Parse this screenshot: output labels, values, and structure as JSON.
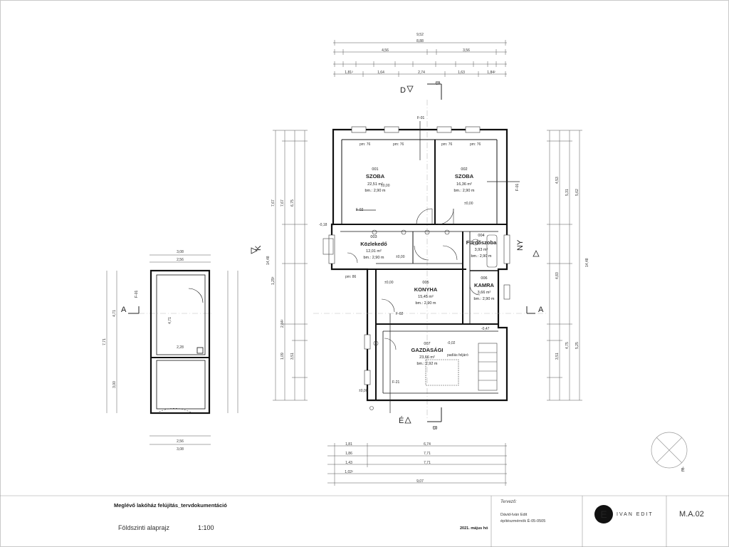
{
  "rooms": [
    {
      "num": "001",
      "name": "SZOBA",
      "area": "22,51 m²",
      "height": "bm.: 2,90 m"
    },
    {
      "num": "002",
      "name": "SZOBA",
      "area": "16,36 m²",
      "height": "bm.: 2,90 m"
    },
    {
      "num": "003",
      "name": "Közlekedő",
      "area": "12,01 m²",
      "height": "bm.: 2,90 m"
    },
    {
      "num": "004",
      "name": "Fürdőszoba",
      "area": "3,93 m²",
      "height": "bm.: 2,90 m"
    },
    {
      "num": "005",
      "name": "KONYHA",
      "area": "15,45 m²",
      "height": "bm.: 2,90 m"
    },
    {
      "num": "006",
      "name": "KAMRA",
      "area": "3,66 m²",
      "height": "bm.: 2,90 m"
    },
    {
      "num": "007",
      "name": "GAZDASÁGI",
      "area": "23,66 m²",
      "height": "bm.: 2,92 m"
    }
  ],
  "section_marks": {
    "north": "D",
    "south": "É",
    "west": "K",
    "east": "NY",
    "cut_a": "A",
    "cut_b": "B",
    "f01": "F-01",
    "f02": "F-02",
    "f21": "F-21"
  },
  "level_notes": {
    "l1": "±0,00",
    "l2": "±0,00",
    "l3": "-0,18",
    "l4": "±0,00",
    "l5": "-0,47",
    "l6": "-0,02",
    "l7": "±0,00",
    "l8": "±0,00"
  },
  "dim_top": [
    "9,52",
    "8,88",
    "4,56",
    "3,56",
    "1,81²",
    "1,64",
    "2,74",
    "1,63",
    "1,84²"
  ],
  "dim_bottom": [
    "1,81",
    "6,74",
    "1,86",
    "7,71",
    "1,43",
    "7,71",
    "1,02²",
    "9,07"
  ],
  "dim_left": [
    "7,67",
    "7,67",
    "6,75",
    "14,48",
    "3,51",
    "2,84²",
    "1,29²",
    "1,09"
  ],
  "dim_right": [
    "4,53",
    "5,31",
    "5,62",
    "4,83",
    "14,48",
    "3,51",
    "4,75",
    "5,25"
  ],
  "annex_dims": {
    "top1": "3,08",
    "top2": "2,56",
    "top3": "4,71",
    "mid": "2,28",
    "bot": "3,08",
    "side1": "7,71",
    "side2": "3,00"
  },
  "misc": {
    "pm1": "pm: 76",
    "pm2": "pm: 76",
    "pm3": "pm: 76",
    "pm4": "pm: 76",
    "padlo": "padlás feljáró",
    "ri": "pm: 86"
  },
  "title_block": {
    "project": "Meglévő lakóház  felújítás_tervdokumentáció",
    "subtitle": "Földszinti alaprajz",
    "scale": "1:100",
    "date": "2021. május hó",
    "designer_label": "Tervező:",
    "designer_name": "Dávid-Iván Edit",
    "designer_reg": "építészmérnök É-05-0505",
    "logo_text": "IVAN EDIT",
    "sheet": "M.A.02"
  }
}
